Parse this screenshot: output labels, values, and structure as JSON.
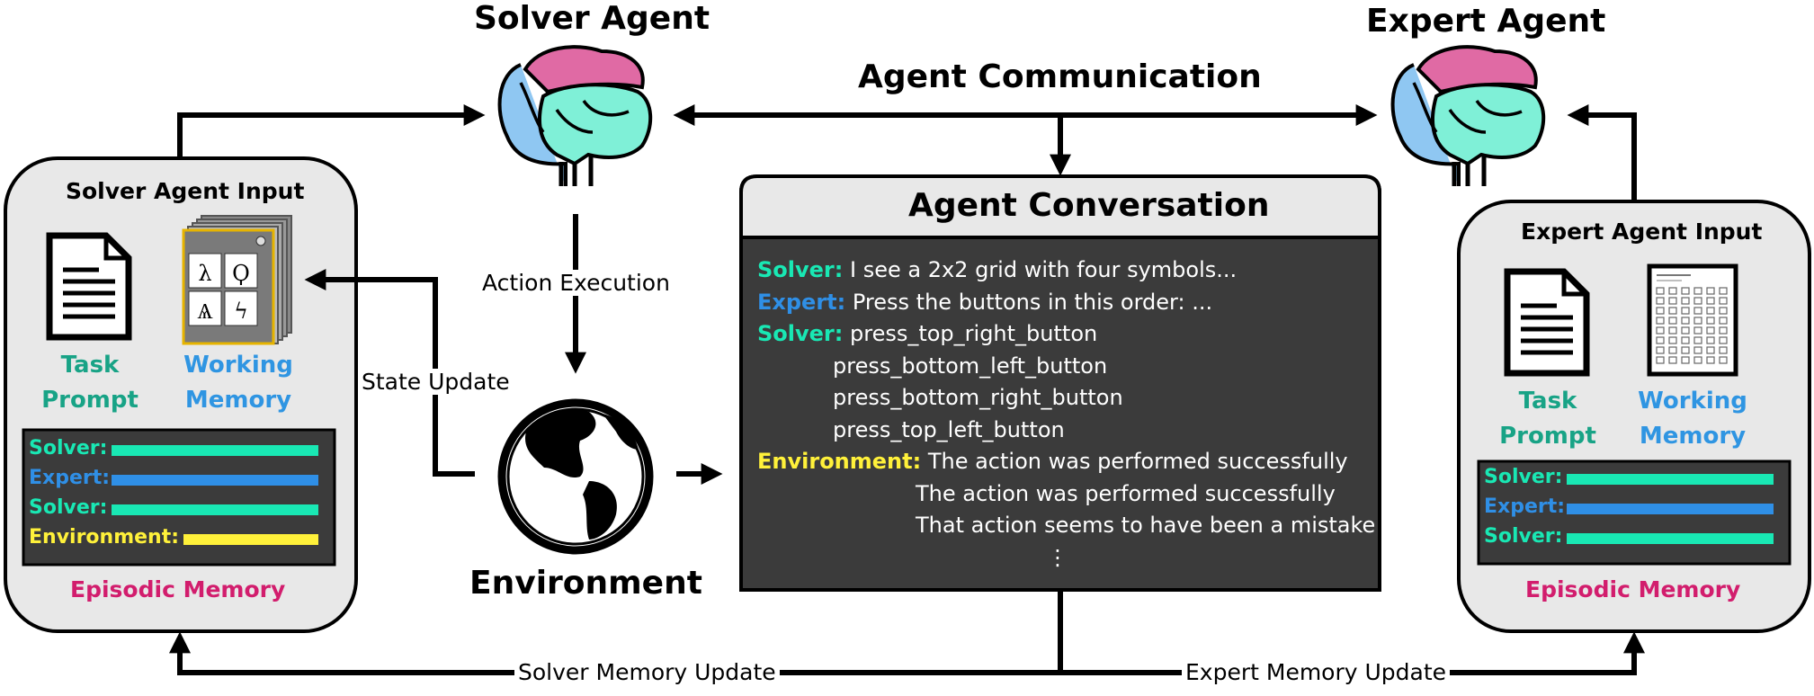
{
  "solver_agent": {
    "title": "Solver Agent"
  },
  "expert_agent": {
    "title": "Expert Agent"
  },
  "communication_label": "Agent Communication",
  "environment": {
    "title": "Environment"
  },
  "edges": {
    "action_execution": "Action Execution",
    "state_update": "State Update",
    "solver_memory_update": "Solver Memory Update",
    "expert_memory_update": "Expert Memory Update"
  },
  "solver_input": {
    "title": "Solver Agent Input",
    "task_prompt": [
      "Task",
      "Prompt"
    ],
    "working_memory": [
      "Working",
      "Memory"
    ],
    "memory_rows": [
      "Solver:",
      "Expert:",
      "Solver:",
      "Environment:"
    ],
    "episodic_memory": "Episodic Memory",
    "grid_symbols": [
      "λ",
      "Ϙ",
      "Ѧ",
      "ϟ"
    ]
  },
  "expert_input": {
    "title": "Expert Agent Input",
    "task_prompt": [
      "Task",
      "Prompt"
    ],
    "working_memory": [
      "Working",
      "Memory"
    ],
    "memory_rows": [
      "Solver:",
      "Expert:",
      "Solver:"
    ],
    "episodic_memory": "Episodic Memory"
  },
  "conversation": {
    "title": "Agent Conversation",
    "lines": [
      {
        "speaker": "Solver:",
        "text": " I see a 2x2 grid with four symbols..."
      },
      {
        "speaker": "Expert:",
        "text": " Press the buttons in this order: ..."
      },
      {
        "speaker": "Solver:",
        "text": " press_top_right_button"
      },
      {
        "speaker": "",
        "text": "press_bottom_left_button"
      },
      {
        "speaker": "",
        "text": "press_bottom_right_button"
      },
      {
        "speaker": "",
        "text": "press_top_left_button"
      },
      {
        "speaker": "Environment:",
        "text": " The action was performed successfully"
      },
      {
        "speaker": "",
        "text": "The action was performed successfully"
      },
      {
        "speaker": "",
        "text": "That action seems to have been a mistake"
      },
      {
        "speaker": "",
        "text": "⋮"
      }
    ]
  },
  "colors": {
    "solver": "#19e8b4",
    "expert": "#2f8fe6",
    "environment": "#fff13a",
    "teal_text": "#18a386",
    "blue_text": "#2f95e2",
    "pink_text": "#d21d6d",
    "panel_fill": "#e8e8e8",
    "dark_fill": "#3b3b3b"
  }
}
